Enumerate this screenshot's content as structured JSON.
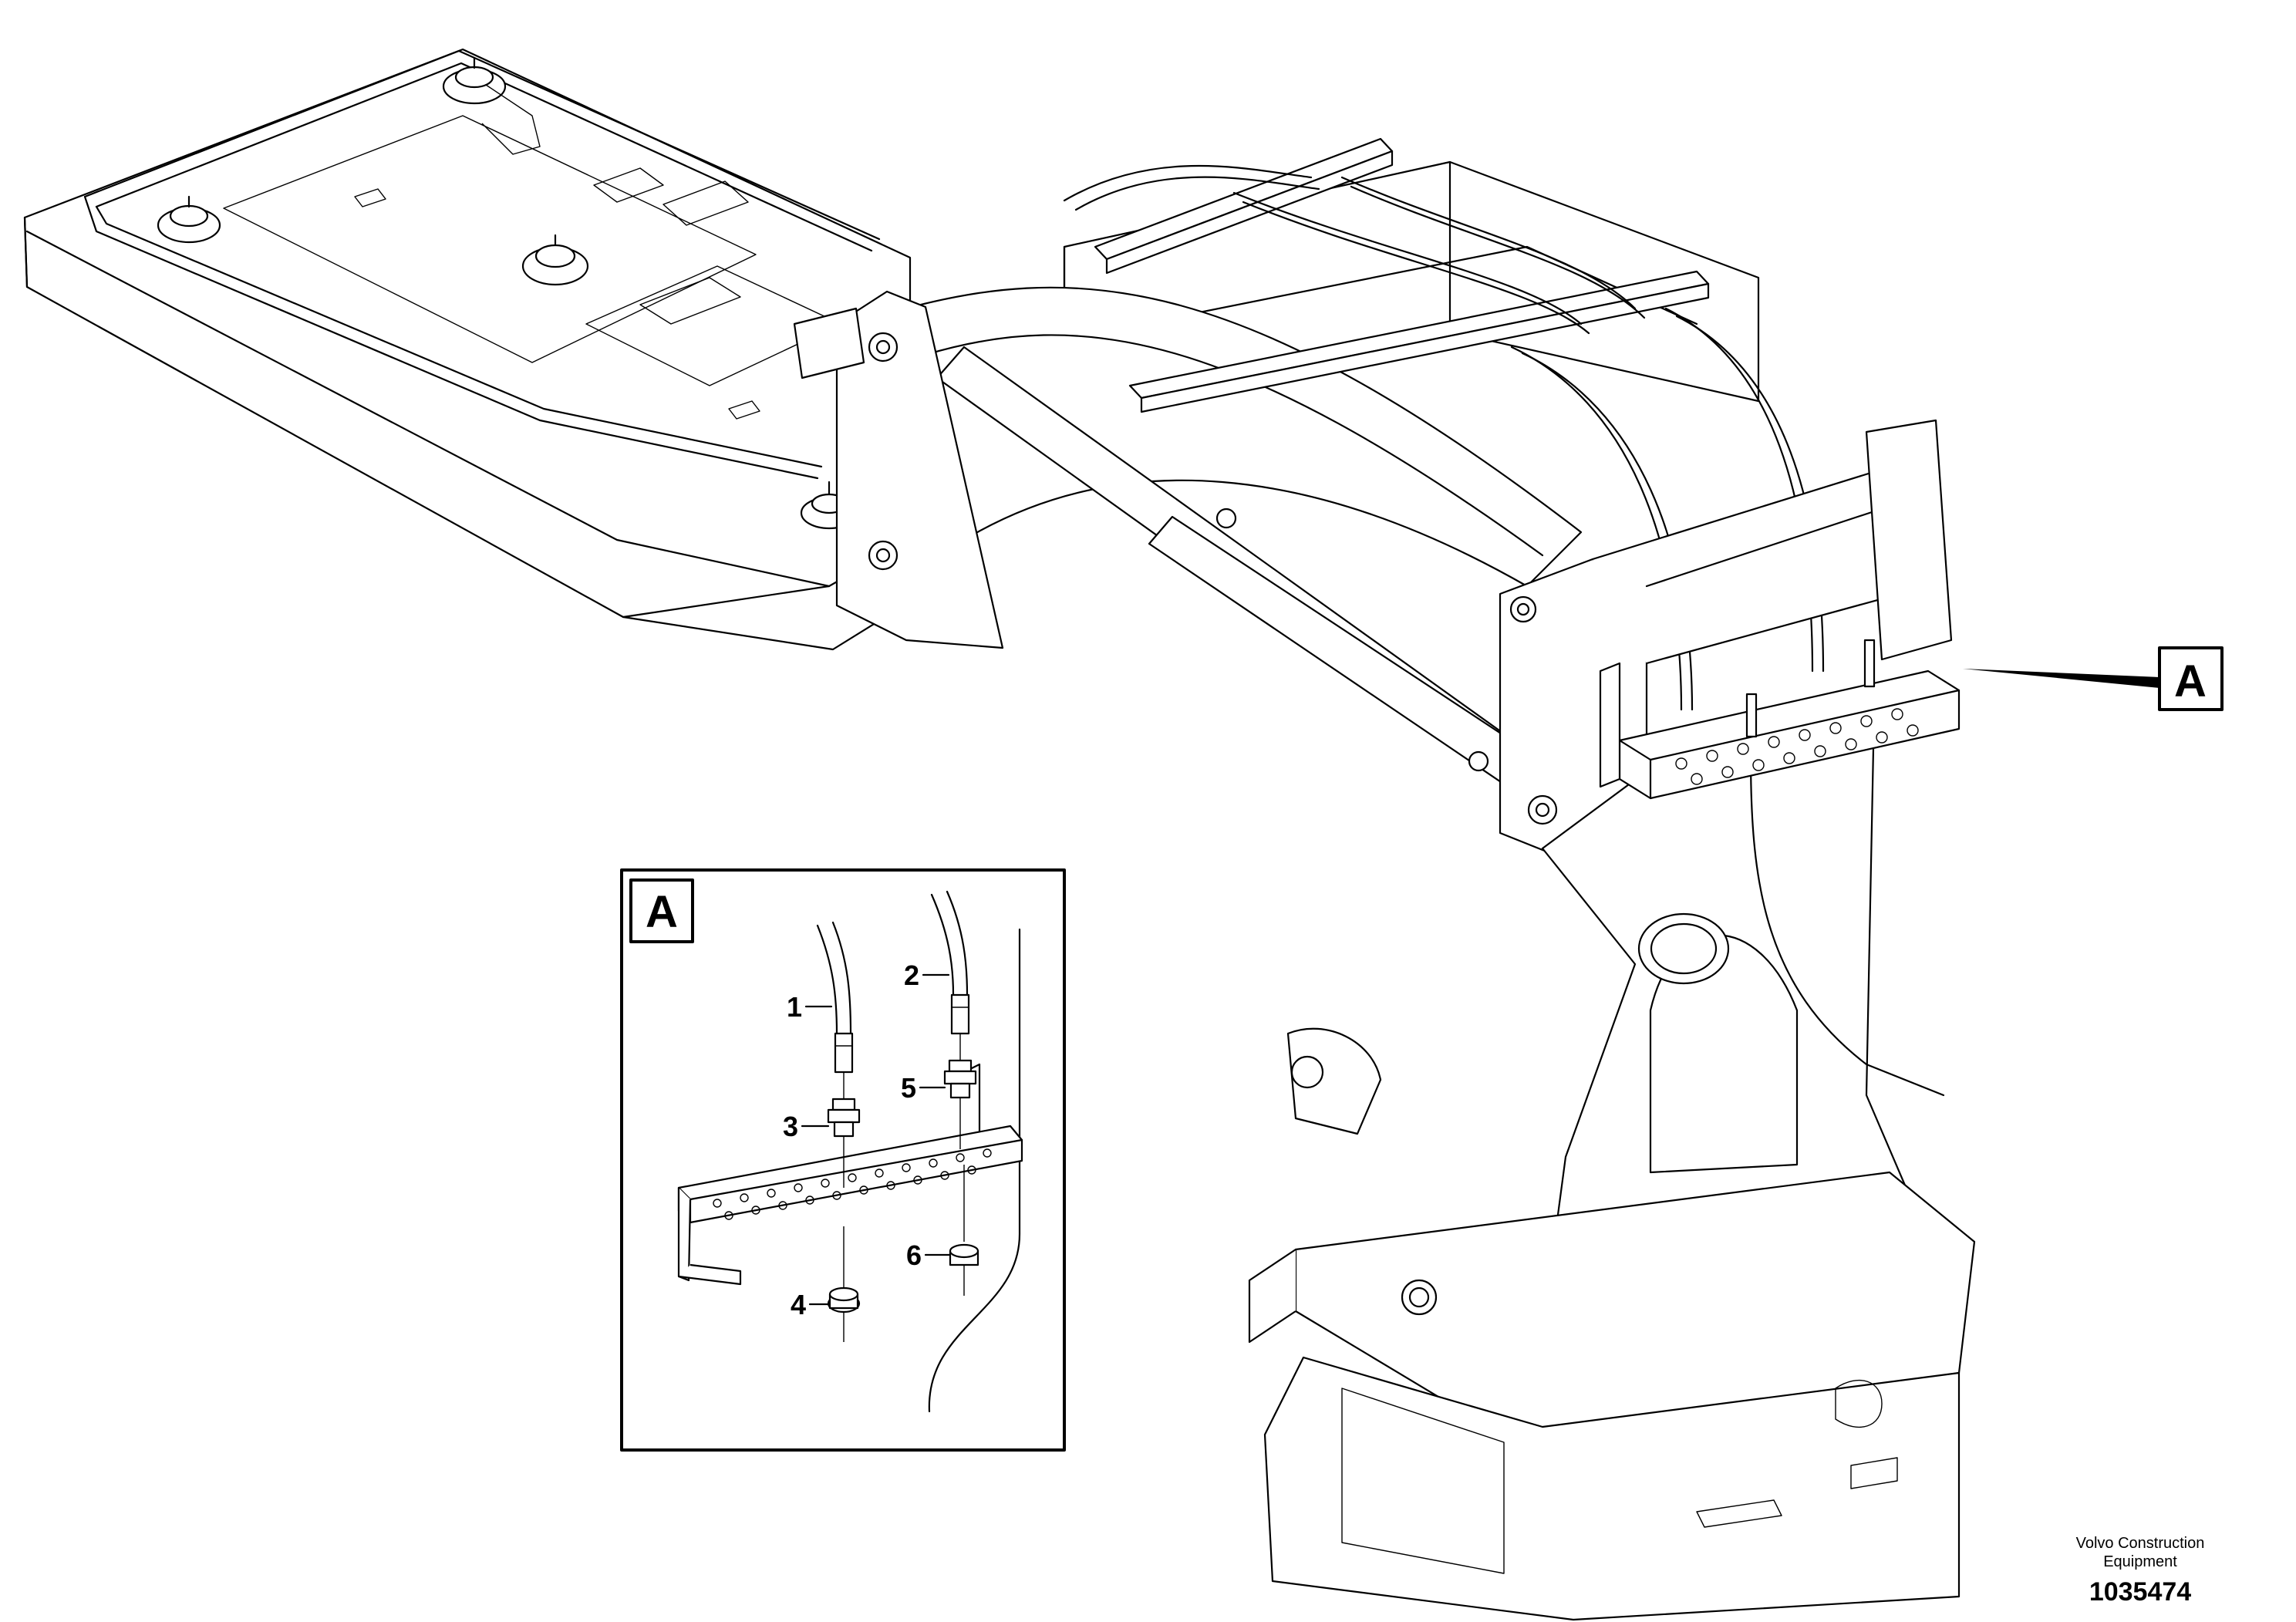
{
  "diagram": {
    "callout_main": "A",
    "detail_view": {
      "label": "A",
      "parts": [
        "1",
        "2",
        "3",
        "4",
        "5",
        "6"
      ]
    }
  },
  "footer": {
    "brand_line1": "Volvo Construction",
    "brand_line2": "Equipment",
    "doc_number": "1035474"
  }
}
